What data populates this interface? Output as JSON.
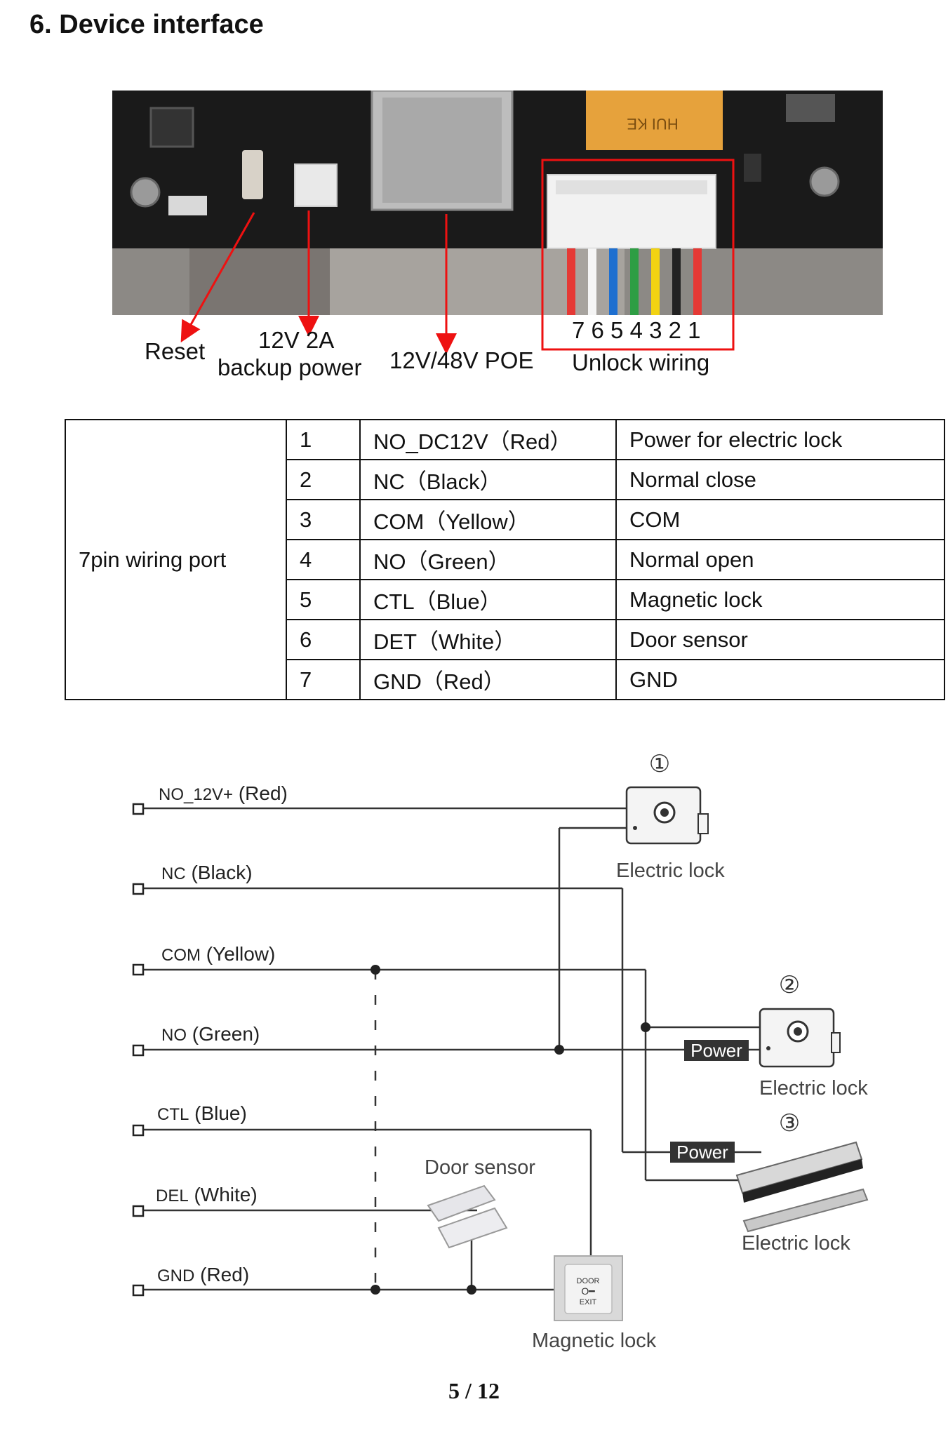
{
  "heading": "6. Device interface",
  "photo": {
    "labels": {
      "reset": "Reset",
      "backup_line1": "12V 2A",
      "backup_line2": "backup power",
      "poe": "12V/48V POE",
      "pins": "7 6  5 4 3 2 1",
      "unlock": "Unlock wiring"
    },
    "relay_text": "HUI KE"
  },
  "table": {
    "port_label": "7pin wiring port",
    "rows": [
      {
        "num": "1",
        "wire": "NO_DC12V（Red）",
        "desc": "Power for electric lock"
      },
      {
        "num": "2",
        "wire": "NC（Black）",
        "desc": "Normal close"
      },
      {
        "num": "3",
        "wire": "COM（Yellow）",
        "desc": "COM"
      },
      {
        "num": "4",
        "wire": "NO（Green）",
        "desc": "Normal open"
      },
      {
        "num": "5",
        "wire": "CTL（Blue）",
        "desc": "Magnetic lock"
      },
      {
        "num": "6",
        "wire": "DET（White）",
        "desc": "Door sensor"
      },
      {
        "num": "7",
        "wire": "GND（Red）",
        "desc": "GND"
      }
    ]
  },
  "diagram": {
    "terminals": [
      {
        "name": "NO_12V+",
        "color": "(Red)"
      },
      {
        "name": "NC",
        "color": "(Black)"
      },
      {
        "name": "COM",
        "color": "(Yellow)"
      },
      {
        "name": "NO",
        "color": "(Green)"
      },
      {
        "name": "CTL",
        "color": "(Blue)"
      },
      {
        "name": "DEL",
        "color": "(White)"
      },
      {
        "name": "GND",
        "color": "(Red)"
      }
    ],
    "lock1": {
      "num": "①",
      "label": "Electric lock"
    },
    "lock2": {
      "num": "②",
      "label": "Electric lock"
    },
    "lock3": {
      "num": "③",
      "label": "Electric lock"
    },
    "power": "Power",
    "door_sensor": "Door sensor",
    "exit_button": {
      "label": "Magnetic lock",
      "top_text": "DOOR",
      "bottom_text": "EXIT"
    }
  },
  "page": {
    "number": "5 / 12"
  }
}
